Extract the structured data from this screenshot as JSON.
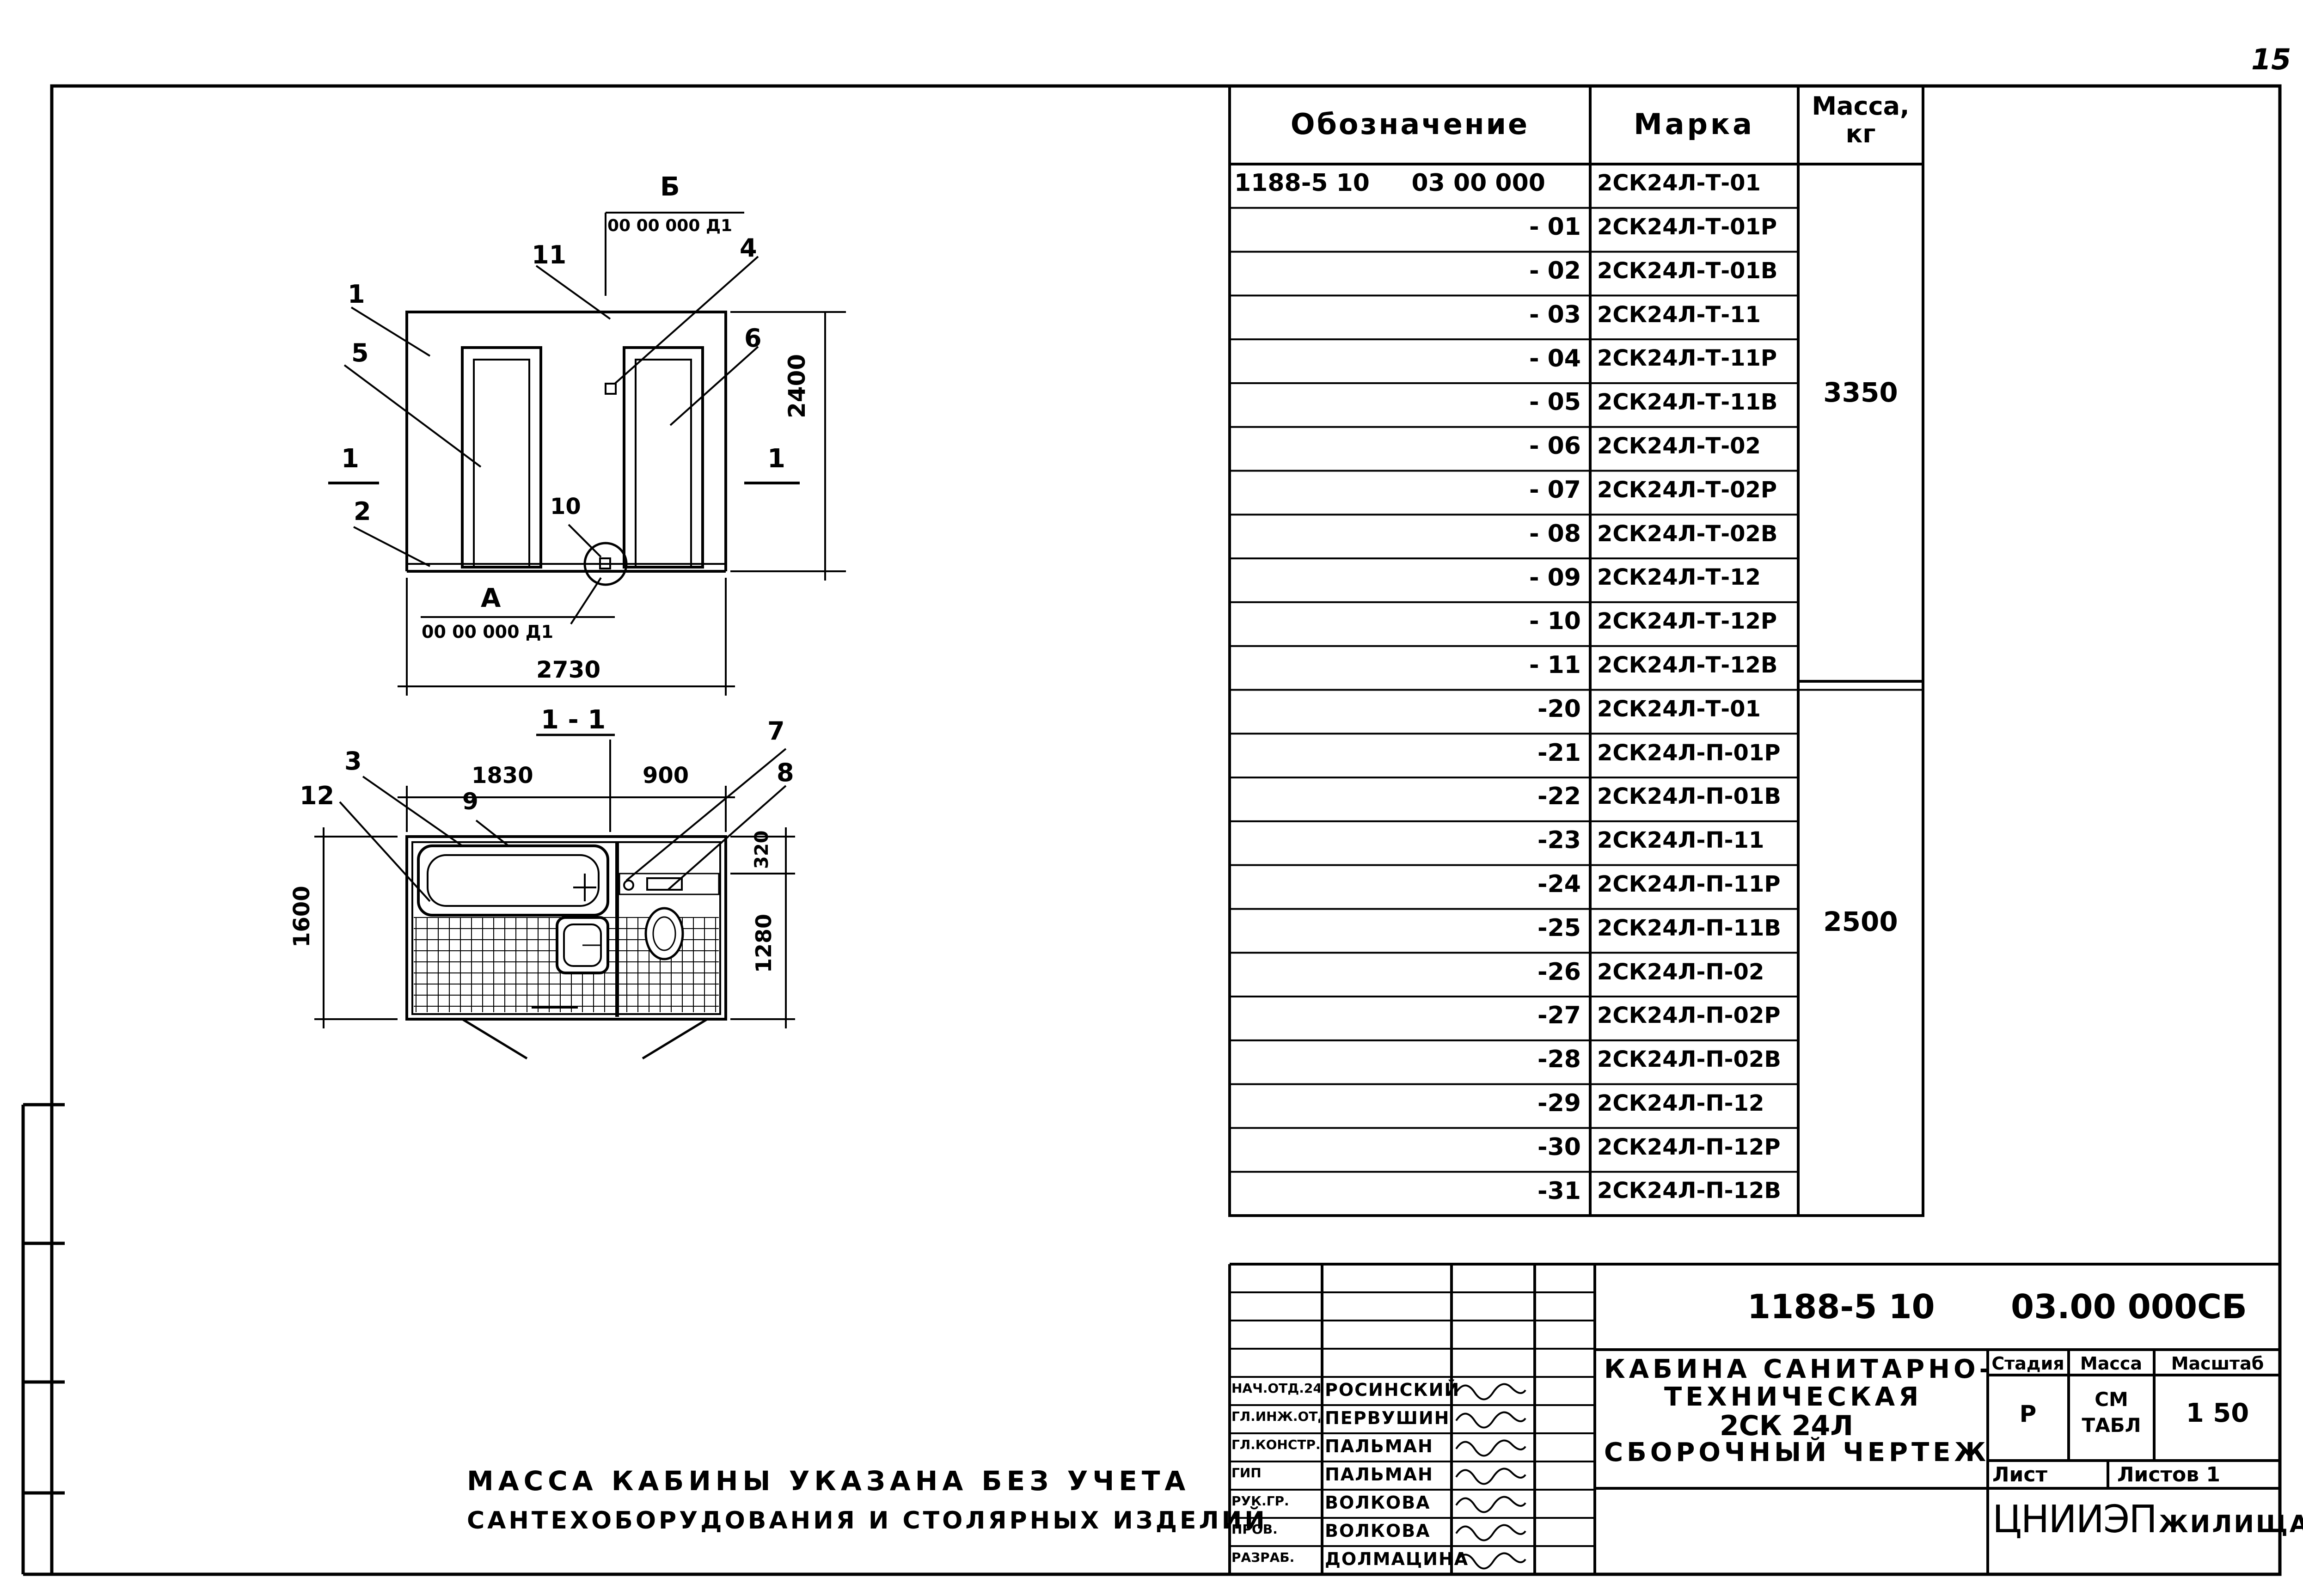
{
  "page_number": "15",
  "drawing": {
    "elevation": {
      "label_B": "Б",
      "ref_B": "00 00 000 Д1",
      "label_A": "А",
      "ref_A": "00 00 000 Д1",
      "dim_height": "2400",
      "dim_width": "2730",
      "section_mark": "1",
      "callouts": [
        "1",
        "2",
        "4",
        "5",
        "6",
        "10",
        "11"
      ]
    },
    "plan": {
      "title": "1 - 1",
      "dim_left": "1830",
      "dim_right": "900",
      "dim_total_height": "1600",
      "dim_upper": "320",
      "dim_lower": "1280",
      "callouts": [
        "3",
        "7",
        "8",
        "9",
        "12"
      ]
    }
  },
  "table": {
    "headers": {
      "designation": "Обозначение",
      "mark": "Марка",
      "mass": "Масса, кг"
    },
    "rows": [
      {
        "d": "1188-5 10     03 00 000",
        "m": "2СК24Л-Т-01"
      },
      {
        "d": "- 01",
        "m": "2СК24Л-Т-01Р"
      },
      {
        "d": "- 02",
        "m": "2СК24Л-Т-01В"
      },
      {
        "d": "- 03",
        "m": "2СК24Л-Т-11"
      },
      {
        "d": "- 04",
        "m": "2СК24Л-Т-11Р"
      },
      {
        "d": "- 05",
        "m": "2СК24Л-Т-11В"
      },
      {
        "d": "- 06",
        "m": "2СК24Л-Т-02"
      },
      {
        "d": "- 07",
        "m": "2СК24Л-Т-02Р"
      },
      {
        "d": "- 08",
        "m": "2СК24Л-Т-02В"
      },
      {
        "d": "- 09",
        "m": "2СК24Л-Т-12"
      },
      {
        "d": "- 10",
        "m": "2СК24Л-Т-12Р"
      },
      {
        "d": "- 11",
        "m": "2СК24Л-Т-12В"
      },
      {
        "d": "-20",
        "m": "2СК24Л-Т-01"
      },
      {
        "d": "-21",
        "m": "2СК24Л-П-01Р"
      },
      {
        "d": "-22",
        "m": "2СК24Л-П-01В"
      },
      {
        "d": "-23",
        "m": "2СК24Л-П-11"
      },
      {
        "d": "-24",
        "m": "2СК24Л-П-11Р"
      },
      {
        "d": "-25",
        "m": "2СК24Л-П-11В"
      },
      {
        "d": "-26",
        "m": "2СК24Л-П-02"
      },
      {
        "d": "-27",
        "m": "2СК24Л-П-02Р"
      },
      {
        "d": "-28",
        "m": "2СК24Л-П-02В"
      },
      {
        "d": "-29",
        "m": "2СК24Л-П-12"
      },
      {
        "d": "-30",
        "m": "2СК24Л-П-12Р"
      },
      {
        "d": "-31",
        "m": "2СК24Л-П-12В"
      }
    ],
    "mass_group_1": "3350",
    "mass_group_2": "2500"
  },
  "note": {
    "line1": "Масса кабины указана без учета",
    "line2": "сантехоборудования и столярных изделий"
  },
  "title_block": {
    "doc_code": "1188-5 10",
    "doc_number": "03.00 000СБ",
    "title_line1": "Кабина санитарно-",
    "title_line2": "техническая",
    "title_line3": "2СК 24Л",
    "title_line4": "Сборочный чертеж",
    "stage_header": "Стадия",
    "mass_header": "Масса",
    "scale_header": "Масштаб",
    "stage_value": "Р",
    "mass_value": "см табл",
    "scale_value": "1 50",
    "sheet_label": "Лист",
    "sheets_label": "Листов 1",
    "org_abbr": "ЦНИИЭП",
    "org_rest": "жилища",
    "signatures": [
      {
        "role": "Нач.отд.24",
        "name": "Росинский"
      },
      {
        "role": "Гл.инж.отд.",
        "name": "Первушин"
      },
      {
        "role": "Гл.констр.отд.",
        "name": "Пальман"
      },
      {
        "role": "ГИП",
        "name": "Пальман"
      },
      {
        "role": "Рук.гр.",
        "name": "Волкова"
      },
      {
        "role": "Пров.",
        "name": "Волкова"
      },
      {
        "role": "Разраб.",
        "name": "Долмацина"
      }
    ]
  }
}
